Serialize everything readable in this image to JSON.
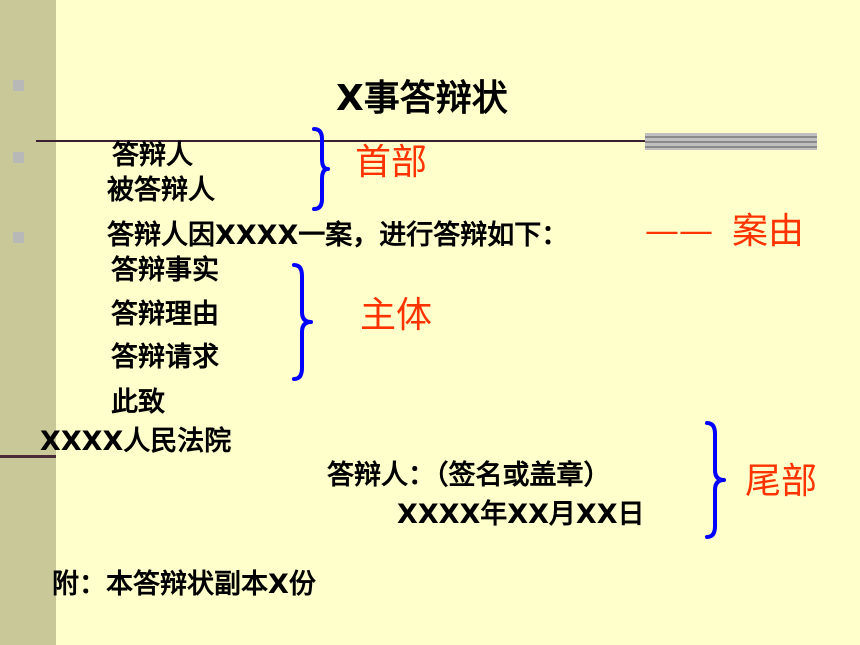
{
  "title": "X事答辩状",
  "header_section": {
    "lines": [
      "答辩人",
      "被答辩人"
    ],
    "label": "首部"
  },
  "cause": {
    "line": "答辩人因XXXX一案，进行答辩如下：",
    "dash": "——",
    "label": "案由"
  },
  "body_section": {
    "lines": [
      "答辩事实",
      "答辩理由",
      "答辩请求"
    ],
    "label": "主体"
  },
  "closing": {
    "salutation": "此致",
    "court": "XXXX人民法院"
  },
  "ending_section": {
    "signature": "答辩人：（签名或盖章）",
    "date": "XXXX年XX月XX日",
    "label": "尾部"
  },
  "attachment": "附：本答辩状副本X份",
  "colors": {
    "background": "#ffffcc",
    "label_red": "#ff3300",
    "brace_blue": "#0000ff",
    "sidebar": "#c8c898"
  }
}
